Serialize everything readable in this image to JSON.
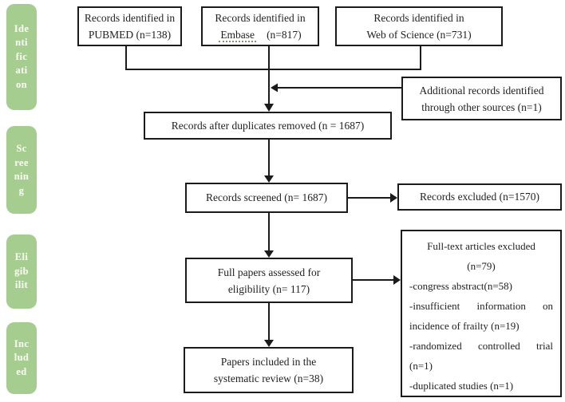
{
  "figure": {
    "type": "prisma-flow-diagram",
    "background_color": "#ffffff",
    "line_color": "#1b1b1b",
    "stage_fill_color": "#a5cd90",
    "stage_text_color": "#f7f9ee"
  },
  "sidebar": {
    "stages": [
      {
        "name": "identification",
        "lines": [
          "Ide",
          "nti",
          "fic",
          "ati",
          "on"
        ]
      },
      {
        "name": "screening",
        "lines": [
          "Sc",
          "ree",
          "nin",
          "g"
        ]
      },
      {
        "name": "eligibility",
        "lines": [
          "Eli",
          "gib",
          "ilit"
        ]
      },
      {
        "name": "included",
        "lines": [
          "Inc",
          "lud",
          "ed"
        ]
      }
    ]
  },
  "boxes": {
    "pubmed": {
      "lines": [
        "Records identified in",
        "PUBMED (n=138)"
      ]
    },
    "embase": {
      "line1": "Records identified in",
      "keyword": "Embase",
      "count": "(n=817)"
    },
    "web_of_science": {
      "lines": [
        "Records identified in",
        "Web of Science (n=731)"
      ]
    },
    "additional": {
      "lines": [
        "Additional records identified",
        "through other sources (n=1)"
      ]
    },
    "duplicates_removed": {
      "lines": [
        "Records after duplicates removed (n = 1687)"
      ]
    },
    "screened": {
      "lines": [
        "Records screened (n= 1687)"
      ]
    },
    "excluded": {
      "lines": [
        "Records excluded (n=1570)"
      ]
    },
    "full_papers": {
      "lines": [
        "Full papers assessed for",
        "eligibility (n= 117)"
      ]
    },
    "fulltext_excluded": {
      "lines": [
        "Full-text articles excluded",
        "(n=79)",
        "-congress abstract(n=58)",
        "-insufficient information on",
        "incidence of frailty (n=19)",
        "-randomized controlled trial",
        "(n=1)",
        "-duplicated studies (n=1)"
      ]
    },
    "included_review": {
      "lines": [
        "Papers included in the",
        "systematic review (n=38)"
      ]
    }
  }
}
